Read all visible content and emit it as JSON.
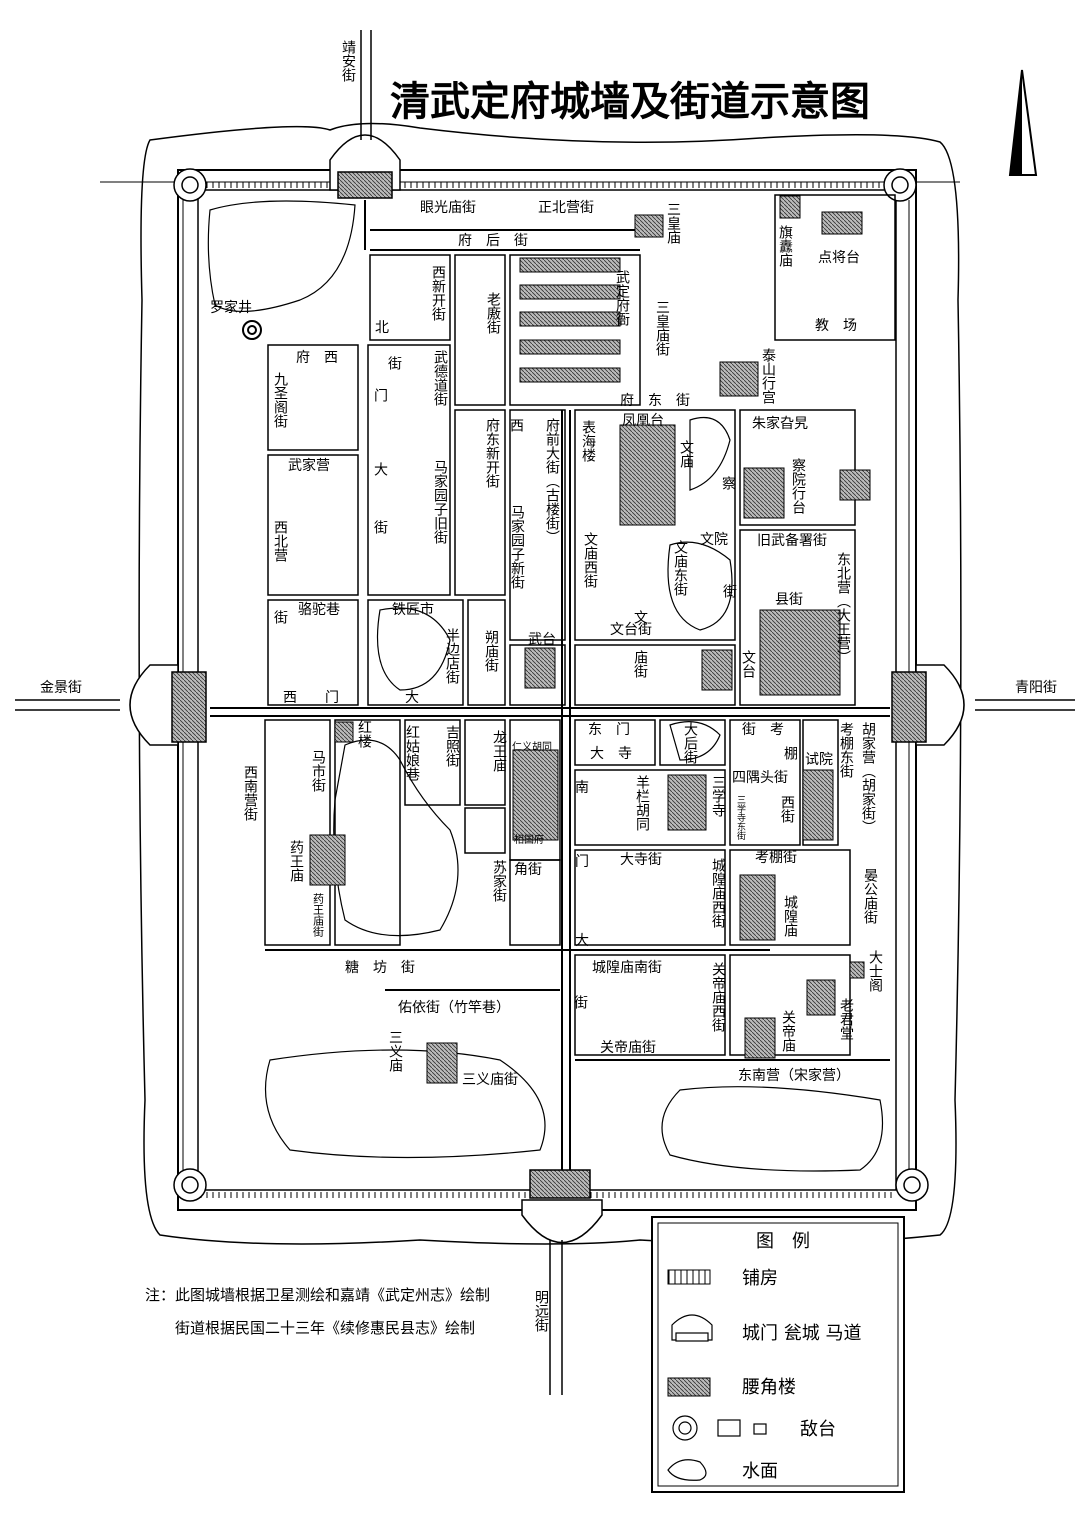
{
  "title": "清武定府城墙及街道示意图",
  "notes": [
    "注：此图城墙根据卫星测绘和嘉靖《武定州志》绘制",
    "街道根据民国二十三年《续修惠民县志》绘制"
  ],
  "legend": {
    "heading": "图　例",
    "items": [
      {
        "key": "shop",
        "label": "铺房"
      },
      {
        "key": "gate",
        "label": "城门 瓮城 马道"
      },
      {
        "key": "tower",
        "label": "腰角楼"
      },
      {
        "key": "platform",
        "label": "敌台"
      },
      {
        "key": "water",
        "label": "水面"
      }
    ]
  },
  "labels": {
    "jingan": "靖安街",
    "jinjing": "金景街",
    "qingyang": "青阳街",
    "mingyuan": "明远街",
    "yanguang": "眼光庙街",
    "zhengbeiying": "正北营街",
    "fuhou": "府　后　街",
    "sanhuang1": "三皇庙",
    "qidao": "旗纛庙",
    "dianjiang": "点将台",
    "jiaochang": "教　场",
    "luojiajing": "罗家井",
    "xixinkai": "西新开街",
    "bei": "北",
    "laolian": "老廒街",
    "wudingfu": "武定府衙",
    "sanhuang2": "三皇庙街",
    "taishan": "泰山行宫",
    "fuxi": "府　西",
    "jiusheng": "九圣阁街",
    "jie1": "街",
    "menv": "门",
    "wude": "武德道街",
    "fudong": "府　东　街",
    "zhujia": "朱家旮旯",
    "wujia": "武家营",
    "da1": "大",
    "majia_old": "马家园子旧街",
    "fu_dongxin": "府东新开街",
    "xi1": "西",
    "jie2": "街",
    "fuqian": "府前大街（古楼街）",
    "majia_new": "马家园子新街",
    "biaohai": "表海楼",
    "fenghuang": "凤凰台",
    "wenmiao": "文庙",
    "cha": "察",
    "chayuan": "察院行台",
    "xibeiying": "西北营",
    "jie3": "街",
    "jiewubei": "旧武备署街",
    "dongbeiying": "东北营（大王营）",
    "wenmiao_xi": "文庙西街",
    "wenmiao_dong": "文庙东街",
    "wenyuan": "文院",
    "jie4": "街",
    "wentai": "文台街",
    "wen2": "文",
    "luotuo": "骆驼巷",
    "tiejiang": "铁匠市",
    "banbian": "半边店街",
    "shuomiao": "朔庙街",
    "wutai": "武台",
    "xianjie": "县街",
    "miaojie": "庙街",
    "wentai2": "文台",
    "ximen": "西　　门",
    "da2": "大",
    "dongmen": "东　门",
    "dasi": "大　寺",
    "da_hou": "大后街",
    "jie_kao": "街　考",
    "peng": "棚",
    "shiyuan": "试院",
    "kaopeng_dong": "考棚东街",
    "hujia": "胡家营（胡家街）",
    "xinan": "西南营街",
    "mashi": "马市街",
    "honglou": "红楼",
    "honggu": "红姑娘巷",
    "jizhao": "吉照街",
    "longwang": "龙王庙",
    "renyi": "仁义胡同",
    "xiangguo": "相国府",
    "nan": "南",
    "yanglan": "羊栏胡同",
    "sanxue": "三学寺",
    "sixuesi": "三学寺东街",
    "siyu": "四隅头街",
    "xi_jie": "西街",
    "yaowang": "药王庙",
    "yaowang_jie": "药王庙街",
    "sujia": "苏家街",
    "jiaojie": "角街",
    "menn": "门",
    "dasi_jie": "大寺街",
    "chenghuang_xi": "城隍庙西街",
    "kaopeng_jie": "考棚街",
    "chenghuang": "城隍庙",
    "yangong": "晏公庙街",
    "da3": "大",
    "dashi": "大士阁",
    "tangfang": "糖　坊　街",
    "youyi": "佑依街（竹竿巷）",
    "chenghuang_nan": "城隍庙南街",
    "guandi_xi": "关帝庙西街",
    "jie5": "街",
    "laojun": "老君堂",
    "guandi": "关帝庙",
    "guandi_jie": "关帝庙街",
    "sanyi": "三义庙",
    "sanyi_jie": "三义庙街",
    "dongnan": "东南营（宋家营）"
  }
}
